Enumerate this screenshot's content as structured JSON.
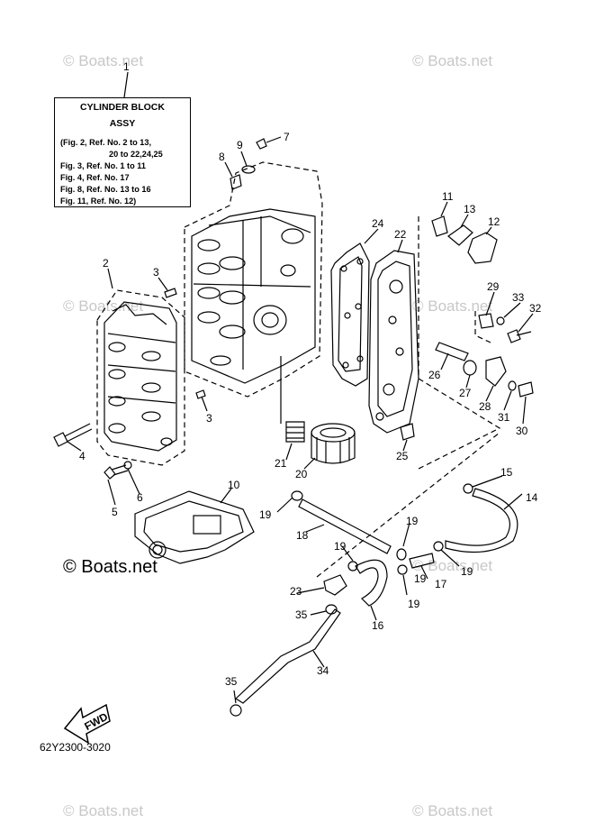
{
  "watermarks": [
    {
      "id": "wm-1",
      "text": "© Boats.net"
    },
    {
      "id": "wm-2",
      "text": "© Boats.net"
    },
    {
      "id": "wm-3",
      "text": "© Boats.net"
    },
    {
      "id": "wm-4",
      "text": "© Boats.net"
    },
    {
      "id": "wm-5",
      "text": "© Boats.net"
    },
    {
      "id": "wm-6",
      "text": "© Boats.net"
    },
    {
      "id": "wm-7",
      "text": "© Boats.net"
    }
  ],
  "watermark_center": "© Boats.net",
  "info_box": {
    "title1": "CYLINDER BLOCK",
    "title2": "ASSY",
    "lines": [
      "(Fig. 2, Ref. No. 2 to 13,",
      "20 to 22,24,25",
      "Fig. 3, Ref. No. 1 to 11",
      "Fig. 4, Ref. No. 17",
      "Fig. 8, Ref. No. 13 to 16",
      "Fig. 11, Ref. No. 12)"
    ]
  },
  "part_numbers": [
    "1",
    "2",
    "3",
    "3",
    "4",
    "5",
    "6",
    "7",
    "8",
    "9",
    "10",
    "11",
    "12",
    "13",
    "14",
    "15",
    "16",
    "17",
    "18",
    "19",
    "19",
    "19",
    "19",
    "19",
    "19",
    "20",
    "21",
    "22",
    "23",
    "24",
    "25",
    "26",
    "27",
    "28",
    "29",
    "30",
    "31",
    "32",
    "33",
    "34",
    "35",
    "35"
  ],
  "fwd_label": "FWD",
  "diagram_code": "62Y2300-3020",
  "colors": {
    "line": "#000000",
    "watermark": "#c8c8c8",
    "background": "#ffffff"
  }
}
